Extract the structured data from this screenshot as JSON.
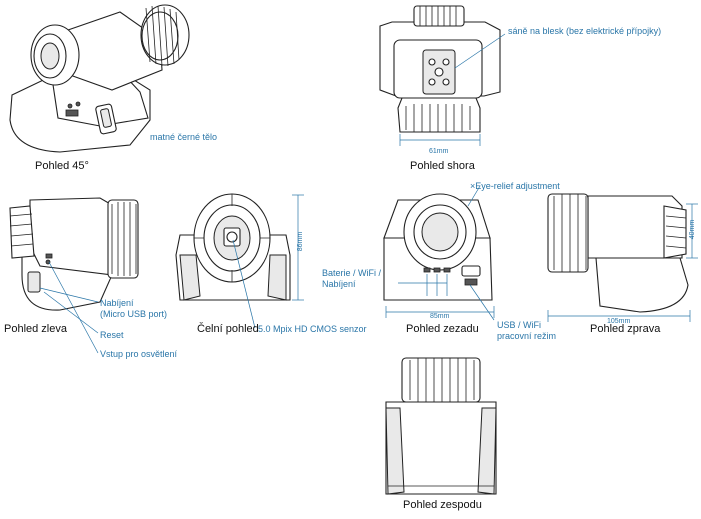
{
  "views": {
    "v45": "Pohled 45°",
    "top": "Pohled shora",
    "left": "Pohled zleva",
    "front": "Čelní pohled",
    "back": "Pohled zezadu",
    "right": "Pohled zprava",
    "bottom": "Pohled zespodu"
  },
  "callouts": {
    "body": "matné černé tělo",
    "shoe": "sáně na blesk (bez elektrické přípojky)",
    "charging": "Nabíjení\n(Micro USB port)",
    "reset": "Reset",
    "light_input": "Vstup pro osvětlení",
    "sensor": "5.0 Mpix HD CMOS senzor",
    "eye_relief": "Eye-relief adjustment",
    "battery": "Baterie / WiFi /\nNabíjení",
    "usb_wifi": "USB / WiFi\npracovní režim"
  },
  "dimensions": {
    "top_width": "61mm",
    "front_height": "86mm",
    "back_width": "85mm",
    "right_width": "105mm",
    "right_height": "40mm"
  },
  "colors": {
    "callout": "#2a76a8",
    "outline": "#222222"
  }
}
